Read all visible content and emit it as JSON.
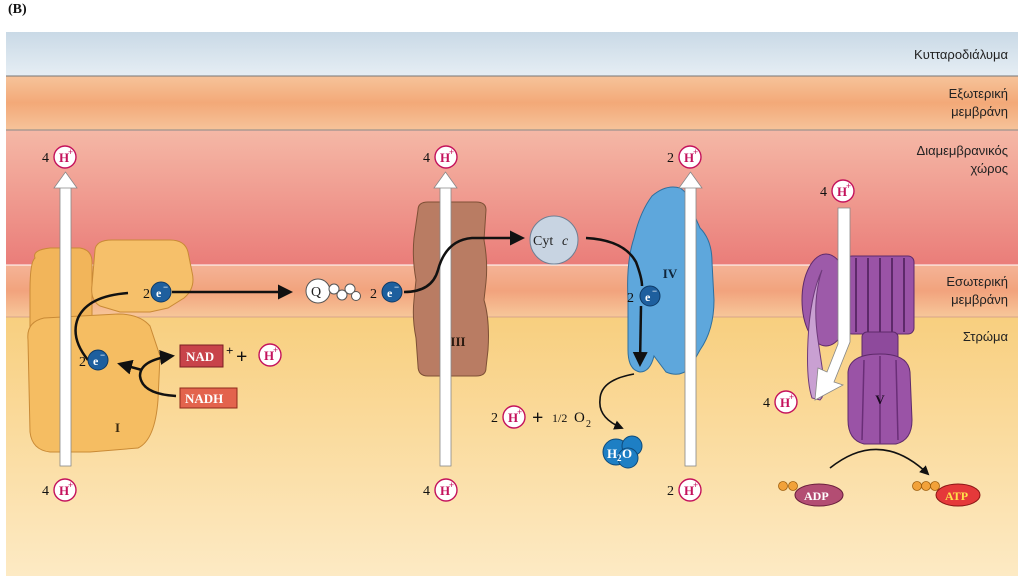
{
  "figure": {
    "panel_label": "(B)"
  },
  "zones": {
    "cytosol": "Κυτταροδιάλυμα",
    "outer_membrane": [
      "Εξωτερική",
      "μεμβράνη"
    ],
    "intermembrane": [
      "Διαμεμβρανικός",
      "χώρος"
    ],
    "inner_membrane": [
      "Εσωτερική",
      "μεμβράνη"
    ],
    "stroma": "Στρώμα"
  },
  "complexes": {
    "I": "I",
    "III": "III",
    "IV": "IV",
    "V": "V"
  },
  "proton_counts": {
    "c1_top": "4",
    "c1_bottom": "4",
    "c3_top": "4",
    "c3_bottom": "4",
    "c4_top": "2",
    "c4_bottom": "2",
    "c5_top": "4",
    "c5_mid": "4"
  },
  "labels": {
    "h": "H",
    "plus_sup": "+",
    "e": "e",
    "minus_sup": "−",
    "two": "2",
    "q": "Q",
    "cyt_c": "Cyt",
    "cyt_c_italic": "c",
    "nad": "NAD",
    "nad_sup": "+",
    "plus": "+",
    "nadh": "NADH",
    "half": "1/2",
    "o2": "O",
    "sub2": "2",
    "water_h": "H",
    "water_o": "O",
    "adp": "ADP",
    "atp": "ATP"
  },
  "colors": {
    "cytosol": "#d6e3ec",
    "outer_membrane": "#f6b98a",
    "intermembrane": "#ef8f84",
    "inner_membrane": "#f7b891",
    "stroma": "#fbdca0",
    "complex_I": "#f5bd62",
    "complex_III": "#b97c63",
    "complex_IV": "#5ea7dc",
    "complex_V": "#9a53a6",
    "electron": "#1e5f9e",
    "proton_text": "#c4125c",
    "nad_box": "#c8434a",
    "nadh_box": "#e3634d",
    "adp": "#b34d73",
    "atp": "#e5393a"
  }
}
